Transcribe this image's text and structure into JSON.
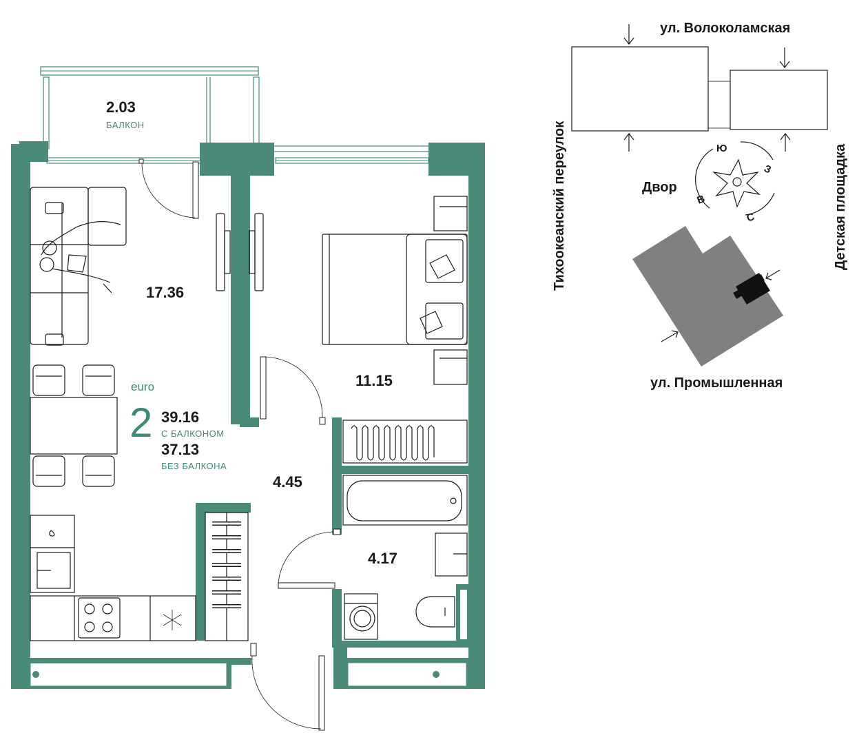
{
  "apartment": {
    "type_label": "euro",
    "rooms": "2",
    "area_total": "39.16",
    "area_total_label": "С БАЛКОНОМ",
    "area_no_balcony": "37.13",
    "area_no_balcony_label": "БЕЗ БАЛКОНА"
  },
  "rooms": {
    "balcony_area": "2.03",
    "balcony_label": "БАЛКОН",
    "living_area": "17.36",
    "bedroom_area": "11.15",
    "hall_area": "4.45",
    "bathroom_area": "4.17"
  },
  "site_plan": {
    "street_top": "ул. Волоколамская",
    "street_bottom": "ул. Промышленная",
    "street_left": "Тихоокеанский переулок",
    "street_right": "Детская площадка",
    "yard": "Двор",
    "compass": {
      "south": "Ю",
      "west": "З",
      "east": "В",
      "north": "С"
    }
  },
  "colors": {
    "wall": "#4a8a78",
    "accent_text": "#3f8a73",
    "building": "#808080",
    "section": "#111111"
  }
}
